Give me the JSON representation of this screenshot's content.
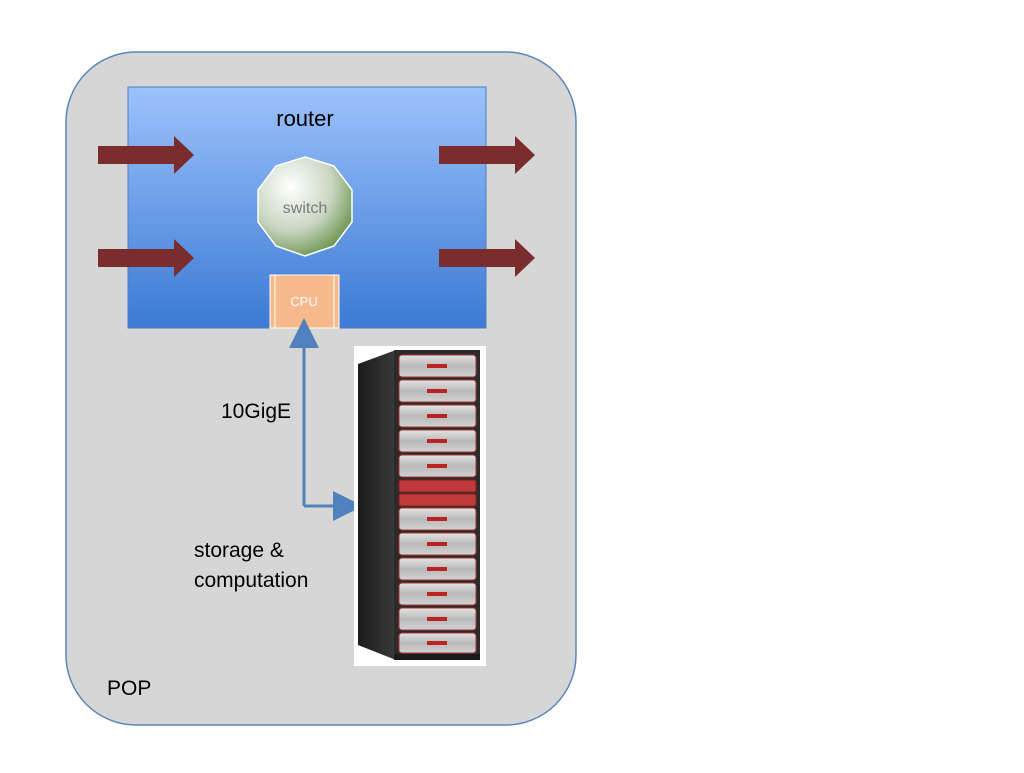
{
  "pop": {
    "label": "POP"
  },
  "router": {
    "label": "router"
  },
  "switch": {
    "label": "switch"
  },
  "cpu": {
    "label": "CPU"
  },
  "link": {
    "label": "10GigE"
  },
  "storage": {
    "label_line1": "storage &",
    "label_line2": "computation"
  },
  "colors": {
    "pop_fill": "#d6d6d6",
    "pop_stroke": "#4f81bd",
    "router_top": "#9dc3fb",
    "router_bottom": "#3f7fd6",
    "arrow": "#7b2c2c",
    "cpu_fill": "#f7b98b",
    "link_line": "#4f81bd"
  }
}
